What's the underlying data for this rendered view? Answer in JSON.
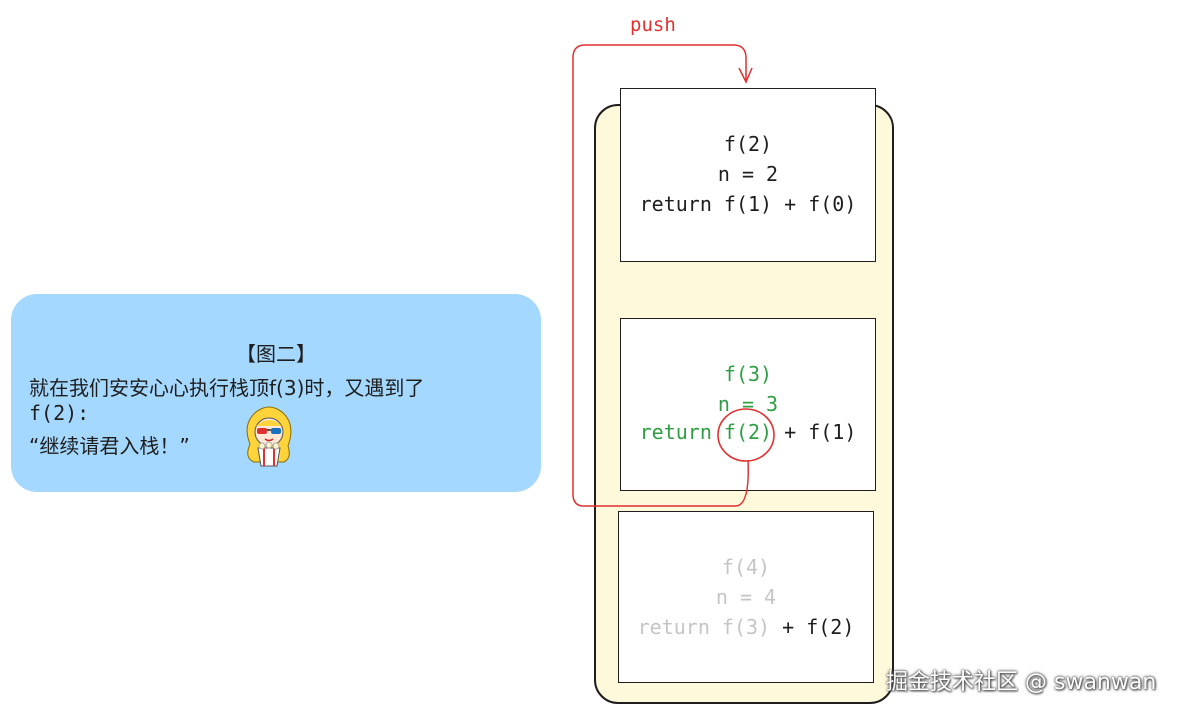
{
  "note": {
    "title": "【图二】",
    "line1": "就在我们安安心心执行栈顶f(3)时，又遇到了",
    "line2": "f(2):",
    "line3": "“继续请君入栈！”"
  },
  "arrow": {
    "label": "push"
  },
  "frames": [
    {
      "call": "f(2)",
      "n": "n = 2",
      "ret_prefix": "return ",
      "ret_call": "f(1)",
      "ret_suffix": " + f(0)"
    },
    {
      "call": "f(3)",
      "n": "n = 3",
      "ret_prefix": "return ",
      "ret_call": "f(2)",
      "ret_suffix": " + f(1)"
    },
    {
      "call": "f(4)",
      "n": "n = 4",
      "ret_prefix": "return ",
      "ret_call": "f(3)",
      "ret_suffix": " + f(2)"
    }
  ],
  "watermark": "掘金技术社区 @ swanwan",
  "colors": {
    "stack_fill": "#fff9db",
    "note_fill": "#a5d8ff",
    "active_green": "#2f9e44",
    "done_gray": "#c5c5c5",
    "arrow_red": "#e03131"
  }
}
